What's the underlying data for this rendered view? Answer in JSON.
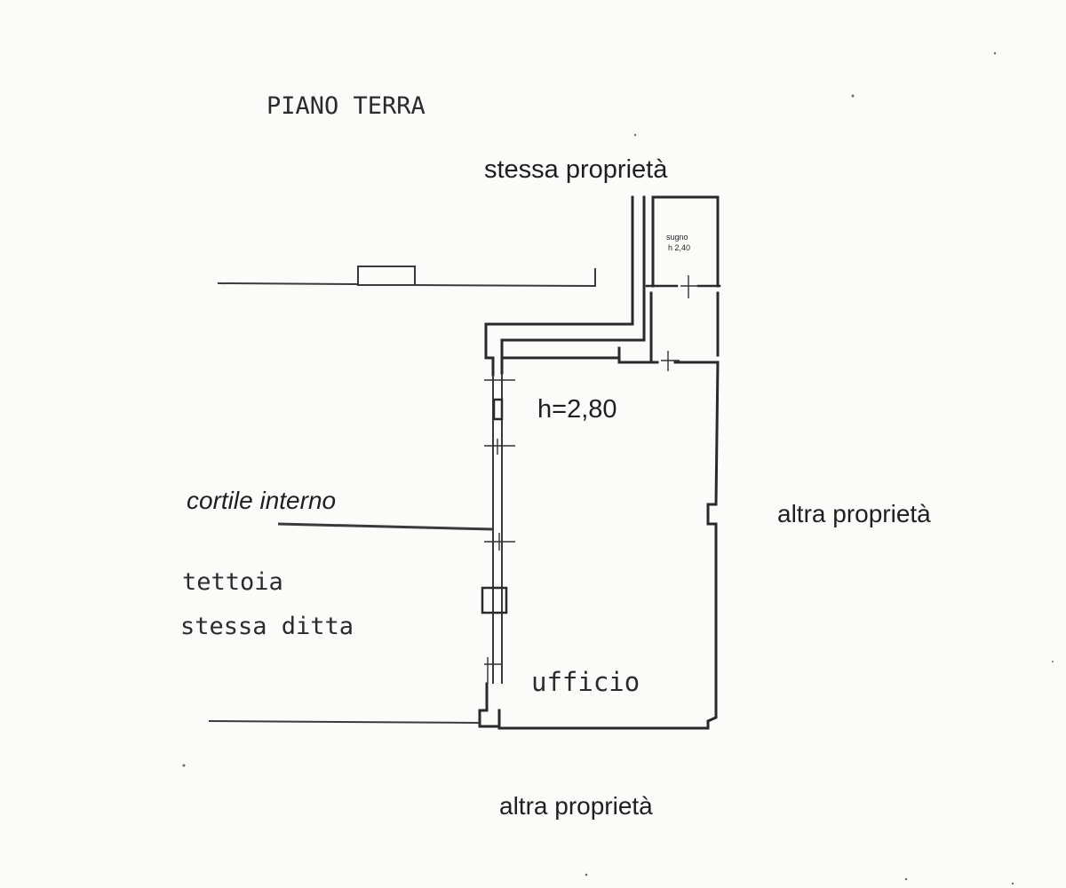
{
  "drawing": {
    "floor_title": "PIANO TERRA",
    "labels": {
      "top_neighbor": "stessa proprietà",
      "right_neighbor": "altra proprietà",
      "bottom_neighbor": "altra proprietà",
      "courtyard": "cortile interno",
      "canopy_line1": "tettoia",
      "canopy_line2": "stessa ditta",
      "ceiling_height": "h=2,80",
      "room_name": "ufficio",
      "small_room_line1": "sugno",
      "small_room_line2": "h 2,40"
    }
  }
}
